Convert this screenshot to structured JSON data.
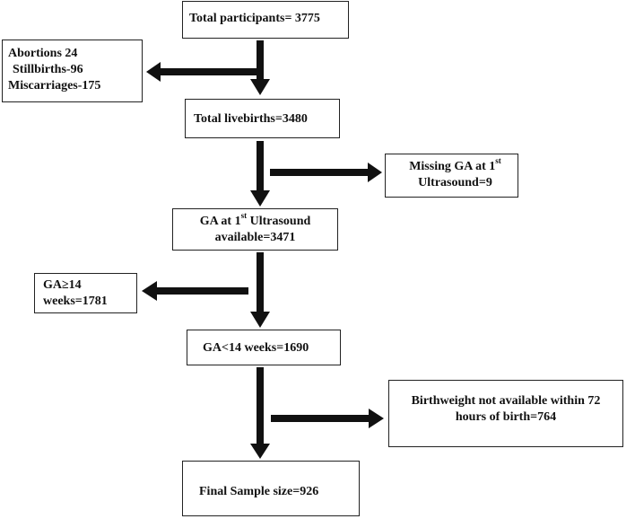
{
  "nodes": {
    "total_participants": "Total participants= 3775",
    "exclusions_1": {
      "line1": "Abortions 24",
      "line2": "Stillbirths-96",
      "line3": "Miscarriages-175"
    },
    "total_livebirths": "Total livebirths=3480",
    "missing_ga": {
      "line1_a": "Missing GA at 1",
      "line1_sup": "st",
      "line2": "Ultrasound=9"
    },
    "ga_available": {
      "line1_a": "GA at 1",
      "line1_sup": "st",
      "line1_b": " Ultrasound",
      "line2": "available=3471"
    },
    "ga_ge14": {
      "line1": "GA≥14",
      "line2": "weeks=1781"
    },
    "ga_lt14": "GA<14 weeks=1690",
    "birthweight_na": {
      "line1": "Birthweight not available within 72",
      "line2": "hours of birth=764"
    },
    "final_sample": "Final Sample size=926"
  }
}
